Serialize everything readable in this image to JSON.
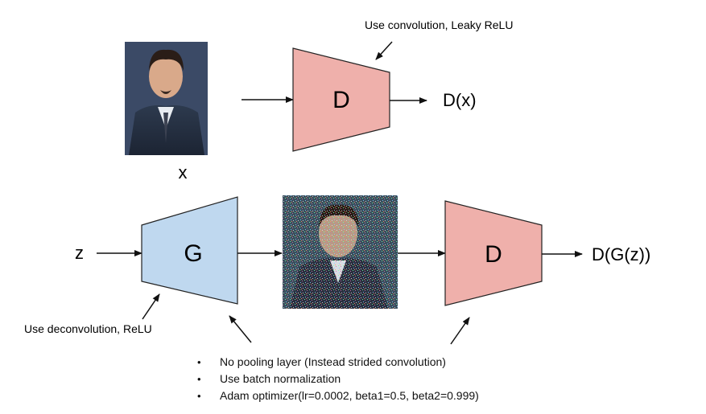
{
  "top_row": {
    "input_label": "x",
    "discriminator_label": "D",
    "output_label": "D(x)",
    "note": "Use convolution, Leaky ReLU"
  },
  "bottom_row": {
    "noise_label": "z",
    "generator_label": "G",
    "discriminator_label": "D",
    "output_label": "D(G(z))",
    "note": "Use deconvolution, ReLU"
  },
  "bullets": [
    "No pooling layer (Instead strided convolution)",
    "Use batch normalization",
    "Adam optimizer(lr=0.0002, beta1=0.5, beta2=0.999)"
  ],
  "colors": {
    "discriminator_fill": "#efb0ab",
    "generator_fill": "#bfd8ef",
    "block_stroke": "#222222"
  }
}
